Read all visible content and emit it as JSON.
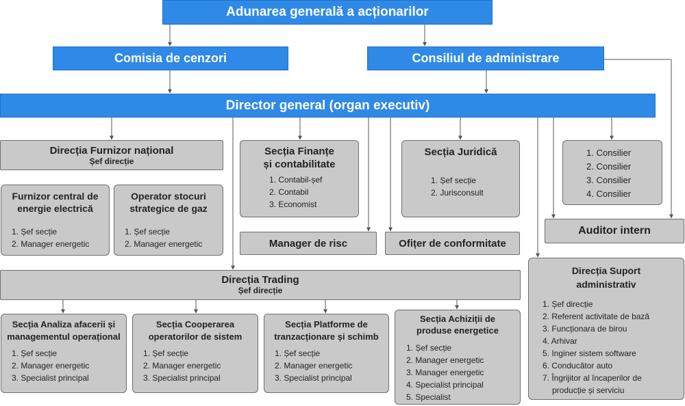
{
  "top": {
    "general_assembly": "Adunarea generală a acționarilor",
    "auditors_commission": "Comisia de cenzori",
    "board": "Consiliul de administrare",
    "director_general": "Director general (organ executiv)"
  },
  "national_supplier": {
    "title": "Direcția Furnizor național",
    "subtitle": "Șef direcție",
    "central_supplier": {
      "title_line1": "Furnizor central de",
      "title_line2": "energie electrică",
      "items": [
        "1. Șef secție",
        "2. Manager energetic"
      ]
    },
    "gas_operator": {
      "title_line1": "Operator stocuri",
      "title_line2": "strategice de gaz",
      "items": [
        "1. Șef secție",
        "2. Manager energetic"
      ]
    }
  },
  "finance": {
    "title_line1": "Secția Finanțe",
    "title_line2": "și contabilitate",
    "items": [
      "1. Contabil-șef",
      "2. Contabil",
      "3. Economist"
    ]
  },
  "legal": {
    "title": "Secția Juridică",
    "items": [
      "1. Șef secție",
      "2. Jurisconsult"
    ]
  },
  "advisors": {
    "items": [
      "1. Consilier",
      "2. Consilier",
      "3. Consilier",
      "4. Consilier"
    ]
  },
  "risk_manager": "Manager de risc",
  "compliance_officer": "Ofițer de conformitate",
  "internal_auditor": "Auditor intern",
  "trading": {
    "title": "Direcția Trading",
    "subtitle": "Șef direcție",
    "analysis": {
      "title_line1": "Secția Analiza afacerii și",
      "title_line2": "managementul operațional",
      "items": [
        "1. Șef secție",
        "2. Manager energetic",
        "3. Specialist principal"
      ]
    },
    "cooperation": {
      "title_line1": "Secția Cooperarea",
      "title_line2": "operatorilor de sistem",
      "items": [
        "1. Șef secție",
        "2. Manager energetic",
        "3. Specialist principal"
      ]
    },
    "platforms": {
      "title_line1": "Secția Platforme de",
      "title_line2": "tranzacționare și schimb",
      "items": [
        "1. Șef secție",
        "2. Manager energetic",
        "3. Specialist principal"
      ]
    },
    "procurement": {
      "title_line1": "Secția Achiziții de",
      "title_line2": "produse energetice",
      "items": [
        "1. Șef secție",
        "2. Manager energetic",
        "3. Manager energetic",
        "4. Specialist principal",
        "5. Specialist"
      ]
    }
  },
  "admin_support": {
    "title_line1": "Direcția Suport",
    "title_line2": "administrativ",
    "items": [
      "1. Șef direcție",
      "2. Referent activitate de bază",
      "3. Funcționara de birou",
      "4. Arhivar",
      "5. Inginer sistem software",
      "6. Conducător auto",
      "7. Îngrijitor al încaperilor de",
      "producție și serviciu"
    ]
  },
  "colors": {
    "primary_blue": "#2f89e6",
    "box_gray": "#c9c9c9",
    "line": "#555555"
  }
}
